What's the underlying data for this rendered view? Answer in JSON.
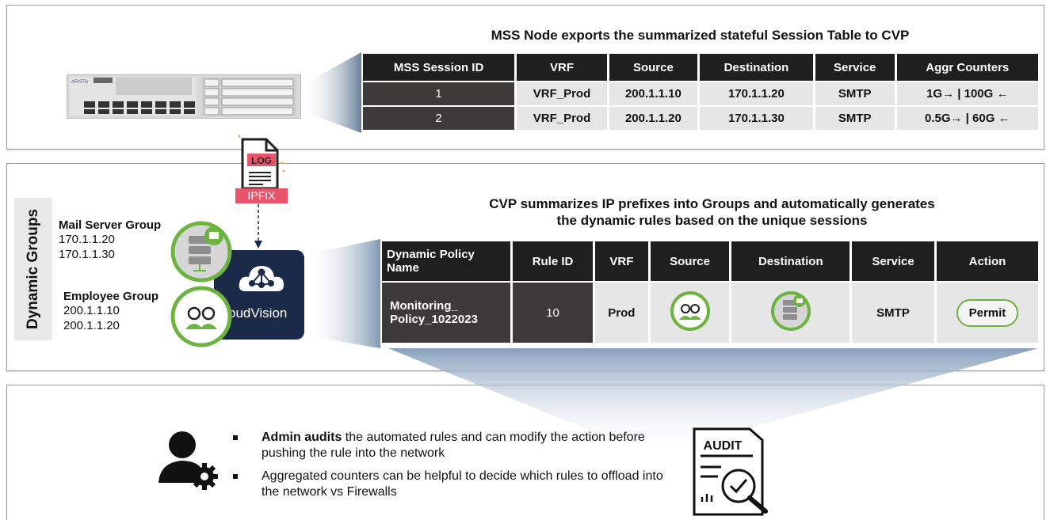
{
  "top": {
    "title": "MSS Node exports the summarized stateful Session Table to CVP",
    "device_brand": "ARISTA",
    "table": {
      "headers": [
        "MSS Session ID",
        "VRF",
        "Source",
        "Destination",
        "Service",
        "Aggr Counters"
      ],
      "rows": [
        [
          "1",
          "VRF_Prod",
          "200.1.1.10",
          "170.1.1.20",
          "SMTP",
          "1G→ | 100G ←"
        ],
        [
          "2",
          "VRF_Prod",
          "200.1.1.20",
          "170.1.1.30",
          "SMTP",
          "0.5G→ | 60G ←"
        ]
      ]
    }
  },
  "log": {
    "badge": "LOG",
    "protocol": "IPFIX"
  },
  "groups": {
    "label": "Dynamic Groups",
    "mail": {
      "name": "Mail Server Group",
      "ips": [
        "170.1.1.20",
        "170.1.1.30"
      ]
    },
    "employee": {
      "name": "Employee Group",
      "ips": [
        "200.1.1.10",
        "200.1.1.20"
      ]
    }
  },
  "cloudvision": {
    "text": "oudVision"
  },
  "middle": {
    "title_line1": "CVP summarizes IP prefixes into Groups and automatically generates",
    "title_line2": "the dynamic rules based on the unique sessions",
    "table": {
      "headers": [
        "Dynamic Policy Name",
        "Rule ID",
        "VRF",
        "Source",
        "Destination",
        "Service",
        "Action"
      ],
      "row": {
        "name": "Monitoring_ Policy_1022023",
        "rule_id": "10",
        "vrf": "Prod",
        "service": "SMTP",
        "action": "Permit"
      }
    }
  },
  "bottom": {
    "bullet1_bold": "Admin audits",
    "bullet1_rest": " the automated rules and can modify the action before pushing the rule into the network",
    "bullet2": "Aggregated counters can be helpful to decide which rules to offload into the network vs Firewalls",
    "audit_label": "AUDIT"
  },
  "colors": {
    "accent_green": "#6db33f",
    "cloudvision_navy": "#1c2a4a",
    "log_red": "#e8556a",
    "header_black": "#1f1f1f",
    "dark_cell": "#3d3a3a"
  }
}
